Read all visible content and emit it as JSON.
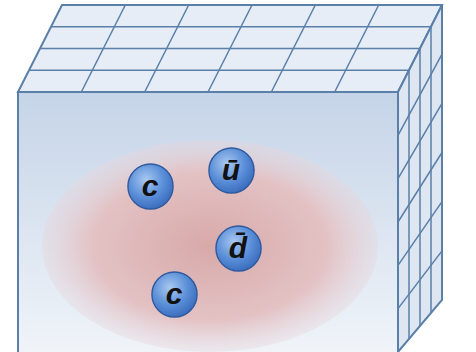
{
  "diagram": {
    "nodes": [
      {
        "text": [
          "c"
        ]
      },
      {
        "text": [
          "ū"
        ]
      },
      {
        "text": [
          "d̄"
        ]
      },
      {
        "text": [
          "c"
        ]
      }
    ]
  }
}
